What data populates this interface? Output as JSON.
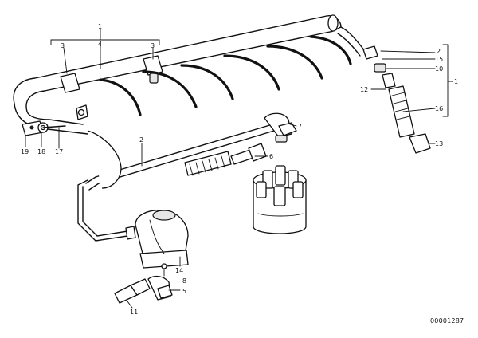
{
  "diagram": {
    "reference_number": "00001287",
    "callouts": [
      {
        "id": "c1_top",
        "text": "1"
      },
      {
        "id": "c4",
        "text": "4"
      },
      {
        "id": "c3_left",
        "text": "3"
      },
      {
        "id": "c3_right",
        "text": "3"
      },
      {
        "id": "c2_right",
        "text": "2"
      },
      {
        "id": "c15",
        "text": "15"
      },
      {
        "id": "c10",
        "text": "10"
      },
      {
        "id": "c1_right",
        "text": "1"
      },
      {
        "id": "c12",
        "text": "12"
      },
      {
        "id": "c16",
        "text": "16"
      },
      {
        "id": "c13_right",
        "text": "13"
      },
      {
        "id": "c7",
        "text": "7"
      },
      {
        "id": "c6",
        "text": "6"
      },
      {
        "id": "c2_mid",
        "text": "2"
      },
      {
        "id": "c19",
        "text": "19"
      },
      {
        "id": "c18",
        "text": "18"
      },
      {
        "id": "c17",
        "text": "17"
      },
      {
        "id": "c14",
        "text": "14"
      },
      {
        "id": "c8",
        "text": "8"
      },
      {
        "id": "c5",
        "text": "5"
      },
      {
        "id": "c11",
        "text": "11"
      }
    ]
  }
}
